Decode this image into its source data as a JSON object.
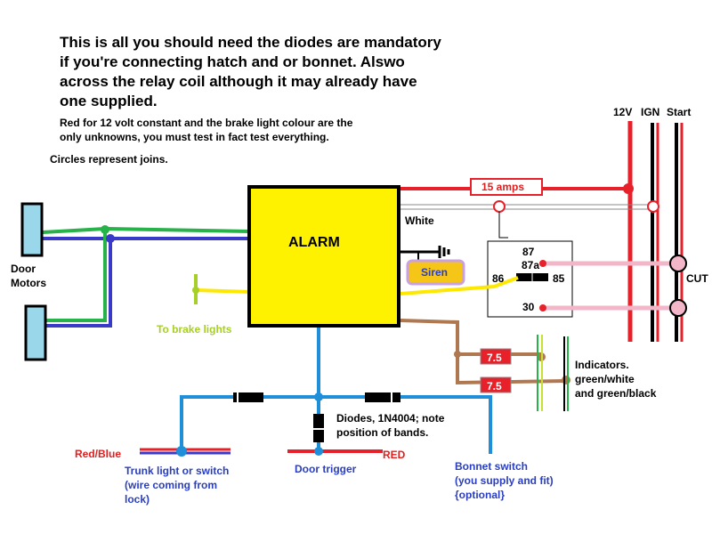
{
  "notes": {
    "main": "This is all you should need the diodes are mandatory\nif you're connecting hatch and or bonnet. Alswo\nacross the relay coil although it may already have\none supplied.",
    "sub": "Red for 12 volt constant and the brake light colour are the\nonly unknowns, you must test in fact test everything.",
    "joins": "Circles represent joins."
  },
  "alarm": {
    "label": "ALARM"
  },
  "siren": {
    "label": "Siren"
  },
  "fuse": {
    "label": "15 amps"
  },
  "small_fuses": {
    "top": "7.5",
    "bottom": "7.5"
  },
  "wire_labels": {
    "white": "White",
    "door_motors": "Door\nMotors",
    "brake": "To brake lights",
    "indicators": "Indicators.\ngreen/white\nand green/black",
    "diodes": "Diodes, 1N4004;  note\nposition of bands.",
    "red_blue": "Red/Blue",
    "red": "RED",
    "trunk": "Trunk light or switch\n(wire coming from\nlock)",
    "door_trigger": "Door trigger",
    "bonnet": "Bonnet switch\n(you supply and fit)\n{optional}",
    "cut": "CUT"
  },
  "supply": {
    "v12": "12V",
    "ign": "IGN",
    "start": "Start"
  },
  "relay": {
    "p87": "87",
    "p87a": "87a",
    "p86": "86",
    "p85": "85",
    "p30": "30"
  },
  "colors": {
    "red": "#e8202a",
    "blue": "#1e8fd8",
    "green": "#28b24a",
    "navy": "#3a3ac8",
    "yellow": "#ffe800",
    "brown": "#b07850",
    "pink": "#f2b6c8",
    "black": "#000000",
    "alarm_fill": "#fff200",
    "siren_fill": "#f5c518",
    "door_motor_fill": "#9ad7ea"
  }
}
